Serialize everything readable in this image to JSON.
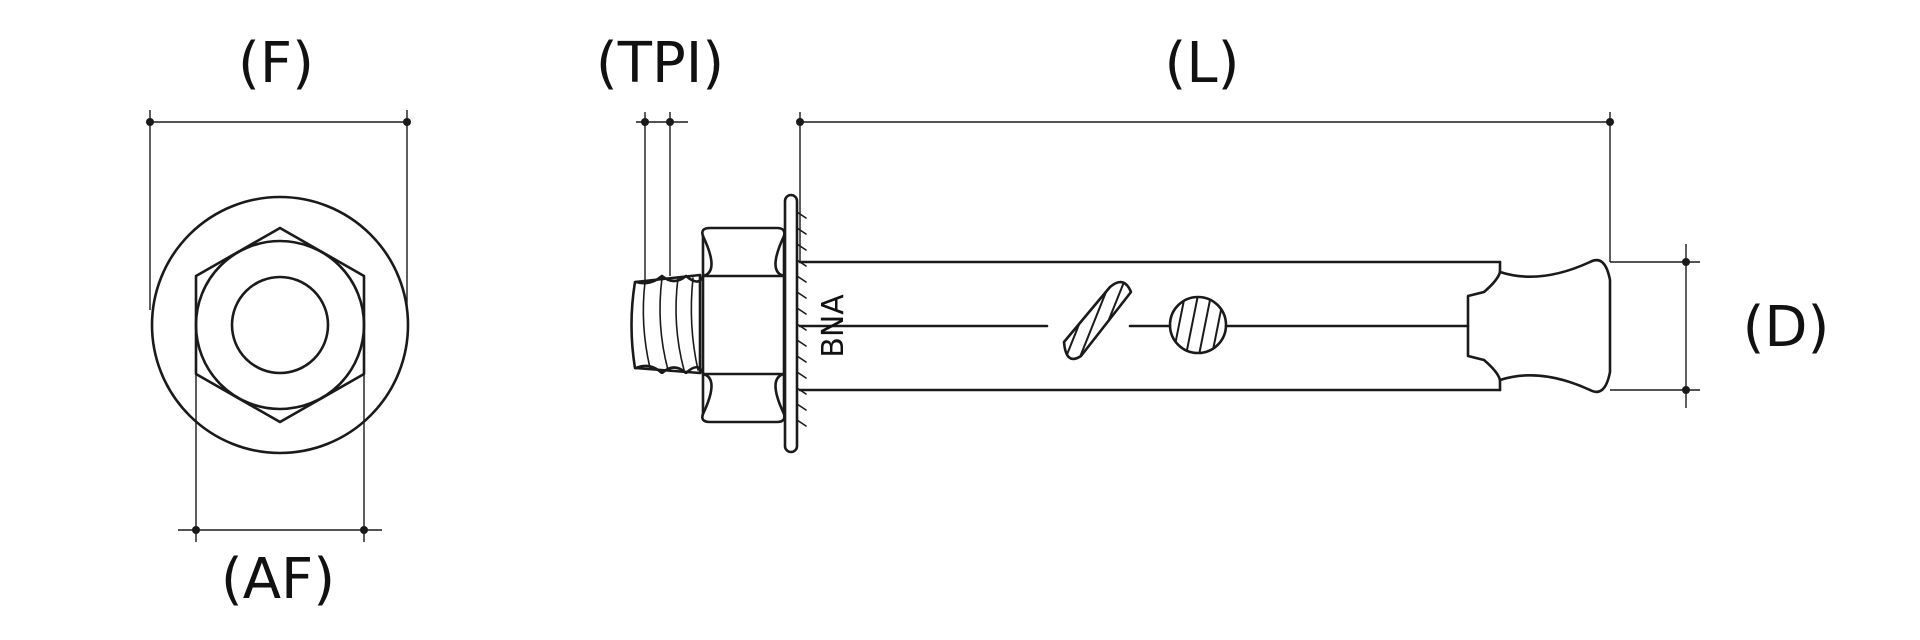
{
  "labels": {
    "flange_diameter": "(F)",
    "across_flats": "(AF)",
    "thread_pitch": "(TPI)",
    "length": "(L)",
    "diameter": "(D)"
  },
  "marking": "BNA",
  "line_color": "#1a1a1a",
  "background_color": "#ffffff"
}
